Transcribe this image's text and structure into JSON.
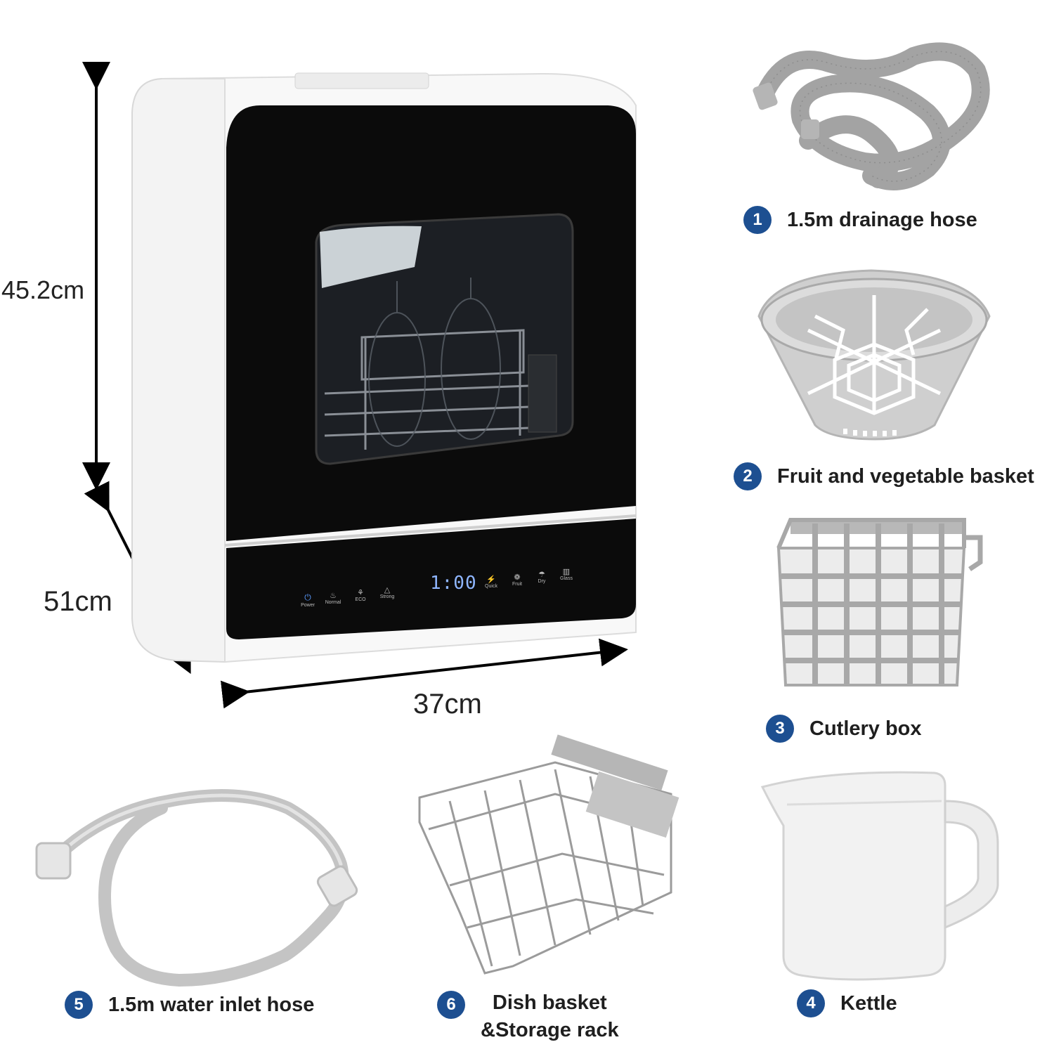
{
  "dimensions": {
    "height": "45.2cm",
    "depth": "51cm",
    "width": "37cm"
  },
  "control_panel": {
    "display": "1:00",
    "buttons": [
      "Power",
      "Normal",
      "ECO",
      "Strong",
      "Quick",
      "Fruit",
      "Dry",
      "Glass"
    ]
  },
  "accessories": [
    {
      "number": "1",
      "label": "1.5m drainage hose"
    },
    {
      "number": "2",
      "label": "Fruit and vegetable basket"
    },
    {
      "number": "3",
      "label": "Cutlery box"
    },
    {
      "number": "4",
      "label": "Kettle"
    },
    {
      "number": "5",
      "label": "1.5m water inlet hose"
    },
    {
      "number": "6",
      "label_line1": "Dish basket",
      "label_line2": "&Storage rack"
    }
  ],
  "colors": {
    "badge": "#1d4f91",
    "appliance_body": "#f4f4f4",
    "door_glass": "#0b0b0b",
    "accessory_gray": "#9a9a9a"
  }
}
